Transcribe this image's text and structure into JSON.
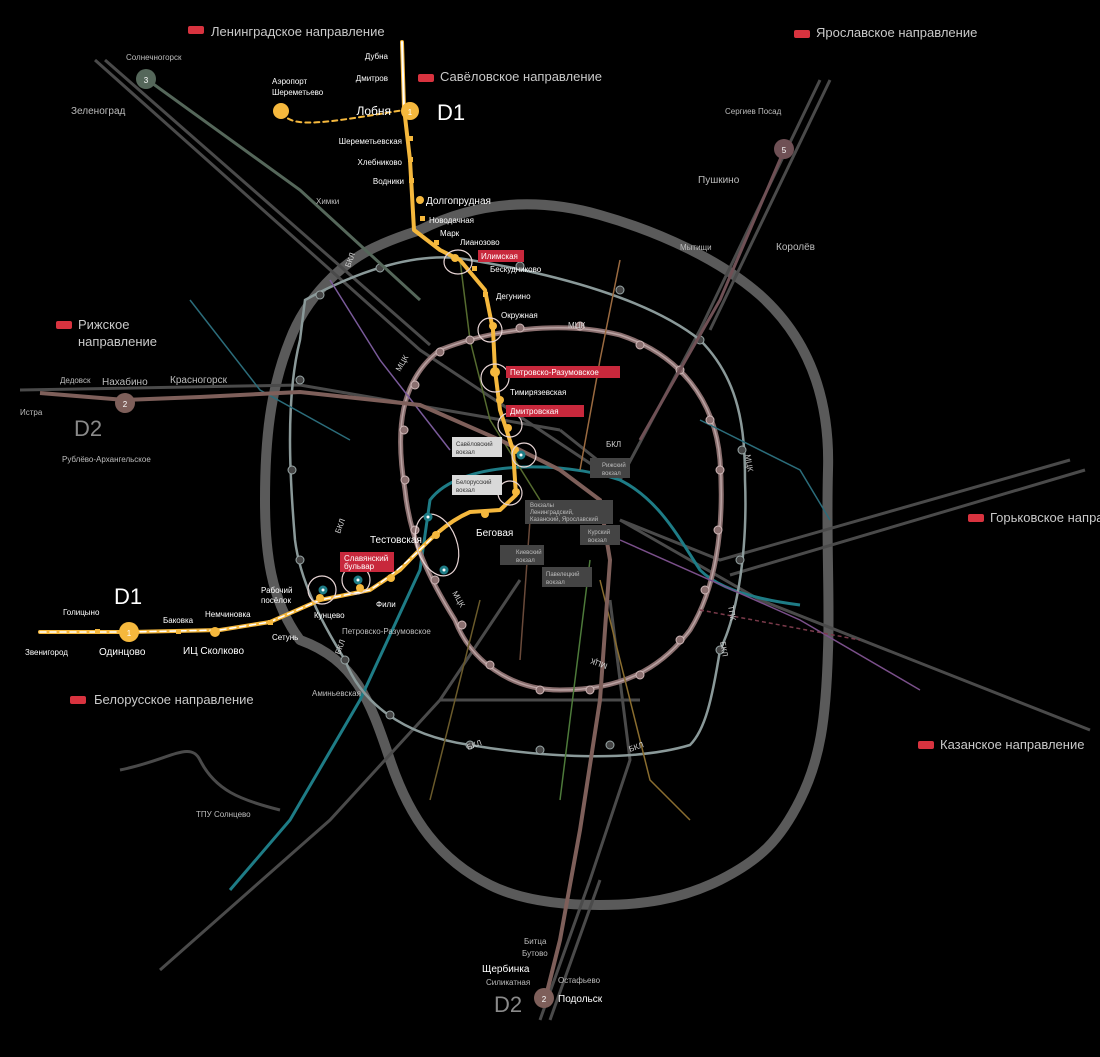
{
  "colors": {
    "background": "#000000",
    "d1": "#f5b83d",
    "d2": "#a0766f",
    "d3": "#6f8f7a",
    "d5": "#9a6a70",
    "mck": "#b09090",
    "mck_stroke": "#6e5f5f",
    "bkl": "#9aa8a8",
    "tpk": "#8b8b8b",
    "railway": "#5e5e5e",
    "ring_road": "#6f6f6f",
    "highlight_red": "#c8283c",
    "rzd_logo": "#d8333f",
    "teal": "#1e7c86",
    "gray_text": "#bdbdbd"
  },
  "directions": [
    {
      "name": "Ленинградское направление"
    },
    {
      "name": "Ярославское направление"
    },
    {
      "name": "Савёловское направление"
    },
    {
      "name": "Рижское направление",
      "line1": "Рижское",
      "line2": "направление"
    },
    {
      "name": "Горьковское направление"
    },
    {
      "name": "Белорусское направление"
    },
    {
      "name": "Казанское направление"
    }
  ],
  "line_labels": {
    "d1_north": "D1",
    "d1_west": "D1",
    "d2_west": "D2",
    "d2_south": "D2",
    "d1_badge": "1",
    "d2_badge": "2",
    "d3_badge": "3",
    "d5_badge": "5"
  },
  "ring_labels": {
    "mck": "МЦК",
    "bkl": "БКЛ",
    "tpk": "ТПК"
  },
  "d1_stations": {
    "dubna": "Дубна",
    "dmitrov": "Дмитров",
    "airport": "Аэропорт\nШереметьево",
    "airport_line1": "Аэропорт",
    "airport_line2": "Шереметьево",
    "lobnya": "Лобня",
    "sheremetyevskaya": "Шереметьевская",
    "khlebnikovo": "Хлебниково",
    "vodniki": "Водники",
    "dolgoprudnaya": "Долгопрудная",
    "novodachnaya": "Новодачная",
    "mark": "Марк",
    "lianozovo": "Лианозово",
    "ilimskaya": "Илимская",
    "beskudnikovo": "Бескудниково",
    "degunino": "Дегунино",
    "okruzhnaya": "Окружная",
    "petrovsko_razumovskoe": "Петровско-Разумовское",
    "timiryazevskaya": "Тимирязевская",
    "dmitrovskaya": "Дмитровская",
    "savelovsky_line1": "Савёловский",
    "savelovsky_line2": "вокзал",
    "belorussky_line1": "Белорусский",
    "belorussky_line2": "вокзал",
    "begovaya": "Беговая",
    "testovskaya": "Тестовская",
    "slavyansky_line1": "Славянский",
    "slavyansky_line2": "бульвар",
    "fili": "Фили",
    "kuntsevo": "Кунцево",
    "rabochy_line1": "Рабочий",
    "rabochy_line2": "посёлок",
    "setun": "Сетунь",
    "nemchinovka": "Немчиновка",
    "ic_skolkovo": "ИЦ Сколково",
    "bakovka": "Баковка",
    "odintsovo": "Одинцово",
    "golitsyno": "Голицыно",
    "zvenigorod": "Звенигород"
  },
  "other_labels": {
    "solnechnogorsk": "Солнечногорск",
    "zelenograd": "Зеленоград",
    "khimki": "Химки",
    "sergiev_posad": "Сергиев Посад",
    "pushkino": "Пушкино",
    "mytishchi": "Мытищи",
    "korolyov": "Королёв",
    "dedovsk": "Дедовск",
    "nakhabino": "Нахабино",
    "krasnogorsk": "Красногорск",
    "istra": "Истра",
    "rublyovo": "Рублёво-Архангельское",
    "rizhsky_line1": "Рижский",
    "rizhsky_line2": "вокзал",
    "leningradsky_line1": "Вокзалы",
    "leningradsky_line2": "Ленинградский,",
    "leningradsky_line3": "Казанский, Ярославский",
    "kursky_line1": "Курский",
    "kursky_line2": "вокзал",
    "kievsky_line1": "Киевский",
    "kievsky_line2": "вокзал",
    "paveletsky_line1": "Павелецкий",
    "paveletsky_line2": "вокзал",
    "petrovsko_mck": "Петровско-Разумовское",
    "aminyevskaya": "Аминьевская",
    "tpu_solntsevo": "ТПУ Солнцево",
    "bitsa": "Битца",
    "butovo": "Бутово",
    "shcherbinka": "Щербинка",
    "silikatnaya": "Силикатная",
    "ostafyevo": "Остафьево",
    "podolsk": "Подольск"
  }
}
